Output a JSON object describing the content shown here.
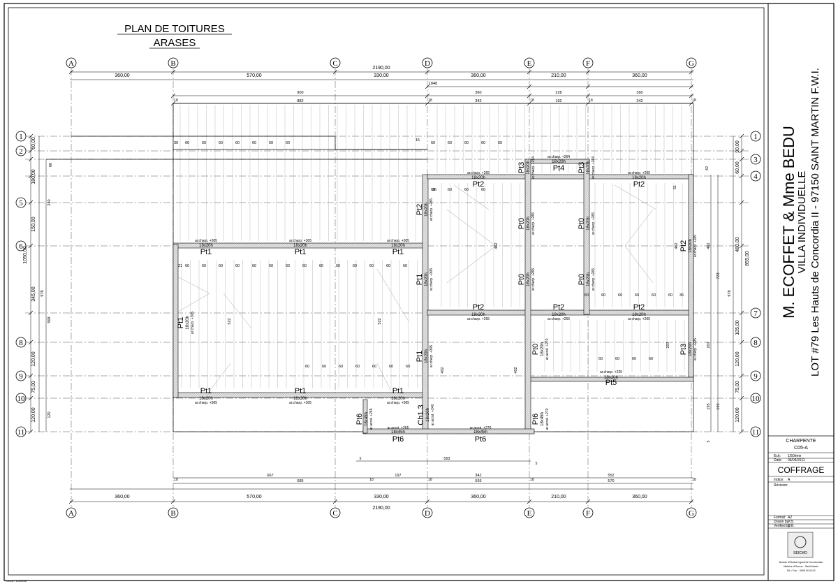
{
  "plan": {
    "title_line1": "PLAN DE TOITURES",
    "title_line2": "ARASES"
  },
  "grid": {
    "columns": [
      "A",
      "B",
      "C",
      "D",
      "E",
      "F",
      "G"
    ],
    "rows_left": [
      "1",
      "2",
      "5",
      "6",
      "8",
      "9",
      "10",
      "11"
    ],
    "rows_right": [
      "1",
      "3",
      "4",
      "7",
      "8",
      "9",
      "10",
      "11"
    ]
  },
  "dimensions": {
    "top_total": "2190,00",
    "top_bays": [
      "360,00",
      "570,00",
      "330,00",
      "360,00",
      "210,00",
      "360,00"
    ],
    "top_sub_1848": "1848",
    "top_sub": [
      "900",
      "360",
      "228",
      "360"
    ],
    "top_inner": [
      "882",
      "342",
      "192",
      "342"
    ],
    "bottom_total": "2190,00",
    "bottom_bays": [
      "360,00",
      "570,00",
      "330,00",
      "360,00",
      "210,00",
      "360,00"
    ],
    "bottom_row1": [
      "667",
      "197",
      "342",
      "552"
    ],
    "bottom_row2": [
      "685",
      "593",
      "570"
    ],
    "bottom_593": "593",
    "left_outer": [
      "60,00",
      "180,00",
      "150,00",
      "345,00",
      "120,00",
      "75,00",
      "120,00"
    ],
    "left_total": "1050,00",
    "left_mid": [
      "240",
      "978",
      "568",
      "120"
    ],
    "right_outer": [
      "90,00",
      "60,00",
      "480,00",
      "105,00",
      "120,00",
      "75,00",
      "120,00"
    ],
    "right_total": "855,00",
    "right_mid": [
      "978",
      "723"
    ],
    "rafter_spacing": "60",
    "small_18": "18",
    "small_5": "5",
    "small_36": "36",
    "small_21": "21",
    "small_15": "15",
    "small_51": "51",
    "small_42": "42",
    "small_39": "39",
    "v_462": "462",
    "v_522": "522",
    "v_402": "402",
    "v_207": "207",
    "v_195": "195"
  },
  "beams": {
    "pt1": "Pt1",
    "pt2": "Pt2",
    "pt3": "Pt3",
    "pt4": "Pt4",
    "pt5": "Pt5",
    "pt6": "Pt6",
    "pt0": "Pt0",
    "ch13": "Ch1.3",
    "sec_18x20": "18x20h",
    "sec_18x45": "18x45h",
    "arase_305": "ar.charp. +305",
    "arase_265": "ar.charp. +265",
    "arase_264": "ar.charp. +264",
    "arase_225": "ar.charp. +225",
    "acrot_270": "ar.acrot. +270",
    "acrot_265": "ar.acrot. +265",
    "acrot_240": "ar.acrot. +240"
  },
  "title_block": {
    "client": "M. ECOFFET & Mme BEDU",
    "project": "VILLA INDIVIDUELLE",
    "address": "LOT #79 Les Hauts de Concordia II - 97150 SAINT MARTIN F.W.I.",
    "lot_label": "CHARPENTE",
    "drawing_no": "C05-A",
    "scale_label": "Ech:",
    "scale_value": "1/50ème",
    "date_label": "Date:",
    "date_value": "05/04/2011",
    "sheet_name": "COFFRAGE",
    "index_label": "Indice:",
    "index_value": "A",
    "revision_label": "Révision:",
    "format_label": "Format:",
    "format_value": "A2",
    "drawn_label": "Drawn by:",
    "drawn_value": "V.B.",
    "verified_label": "Verified by:",
    "verified_value": "D.B.",
    "logo_text": "SEICMO",
    "footer_line1": "Bureau d'Etudes Ingénierie Construction",
    "footer_line2": "Maîtrise d'Oeuvre - Saint Martin",
    "footer_line3": "Tél. / Fax. - 0590 00 00 00"
  },
  "sheet_stamp": "C05-A - 1/50ème"
}
